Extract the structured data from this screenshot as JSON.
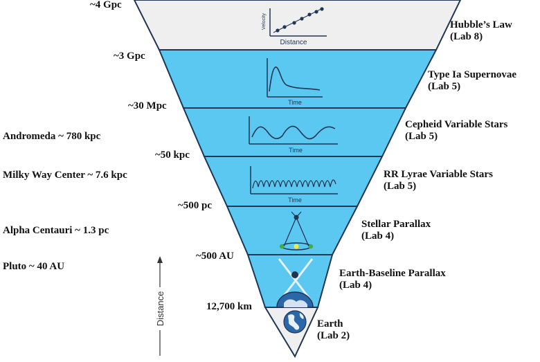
{
  "colors": {
    "top_band": "#efefef",
    "band_fill": "#5bc8f2",
    "band_lines": "#1f3552",
    "earth_band": "#efefef",
    "globe": "#2b67a8",
    "land": "#e8f1f8"
  },
  "distances": [
    {
      "text": "~4 Gpc"
    },
    {
      "text": "~3 Gpc"
    },
    {
      "text": "~30 Mpc"
    },
    {
      "text": "~50 kpc"
    },
    {
      "text": "~500 pc"
    },
    {
      "text": "~500 AU"
    },
    {
      "text": "12,700 km"
    }
  ],
  "rungs": [
    {
      "name": "Hubble’s Law",
      "lab": "(Lab 8)",
      "icon": "hubble-plot-icon"
    },
    {
      "name": "Type Ia Supernovae",
      "lab": "(Lab 5)",
      "icon": "supernova-lightcurve-icon"
    },
    {
      "name": "Cepheid Variable Stars",
      "lab": "(Lab 5)",
      "icon": "cepheid-lightcurve-icon"
    },
    {
      "name": "RR Lyrae Variable Stars",
      "lab": "(Lab 5)",
      "icon": "rr-lyrae-lightcurve-icon"
    },
    {
      "name": "Stellar Parallax",
      "lab": "(Lab 4)",
      "icon": "stellar-parallax-icon"
    },
    {
      "name": "Earth-Baseline Parallax",
      "lab": "(Lab 4)",
      "icon": "earth-parallax-icon"
    },
    {
      "name": "Earth",
      "lab": "(Lab 2)",
      "icon": "earth-globe-icon"
    }
  ],
  "objects": [
    {
      "text": "Andromeda ~ 780 kpc"
    },
    {
      "text": "Milky Way Center ~ 7.6 kpc"
    },
    {
      "text": "Alpha  Centauri ~ 1.3 pc"
    },
    {
      "text": "Pluto ~ 40 AU"
    }
  ],
  "axis_label": "Distance",
  "plot_labels": {
    "hubble_x": "Distance",
    "hubble_y": "Velocity",
    "time": "Time"
  }
}
